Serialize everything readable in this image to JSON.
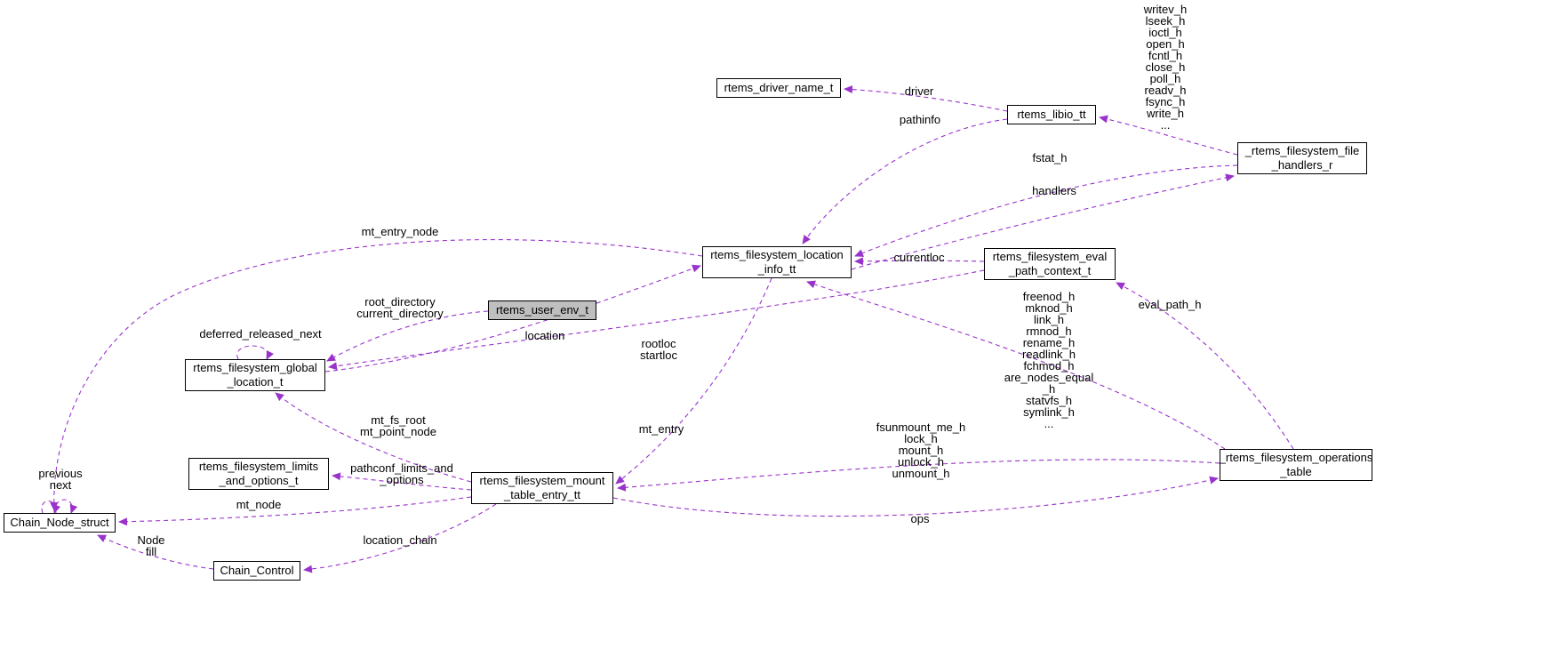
{
  "diagram": {
    "type": "doxygen-collaboration-graph",
    "edge_color": "#9933CC",
    "node_border_color": "#000000",
    "highlight_fill": "#BFBFBF",
    "highlighted_node": "rtems_user_env_t",
    "nodes": [
      {
        "id": "rtems_driver_name_t",
        "label": "rtems_driver_name_t",
        "highlight": false
      },
      {
        "id": "rtems_libio_tt",
        "label": "rtems_libio_tt",
        "highlight": false
      },
      {
        "id": "_rtems_filesystem_file_handlers_r",
        "label": "_rtems_filesystem_file\n_handlers_r",
        "highlight": false
      },
      {
        "id": "rtems_filesystem_location_info_tt",
        "label": "rtems_filesystem_location\n_info_tt",
        "highlight": false
      },
      {
        "id": "rtems_filesystem_eval_path_context_t",
        "label": "rtems_filesystem_eval\n_path_context_t",
        "highlight": false
      },
      {
        "id": "rtems_user_env_t",
        "label": "rtems_user_env_t",
        "highlight": true
      },
      {
        "id": "rtems_filesystem_global_location_t",
        "label": "rtems_filesystem_global\n_location_t",
        "highlight": false
      },
      {
        "id": "rtems_filesystem_limits_and_options_t",
        "label": "rtems_filesystem_limits\n_and_options_t",
        "highlight": false
      },
      {
        "id": "rtems_filesystem_mount_table_entry_tt",
        "label": "rtems_filesystem_mount\n_table_entry_tt",
        "highlight": false
      },
      {
        "id": "_rtems_filesystem_operations_table",
        "label": "_rtems_filesystem_operations\n_table",
        "highlight": false
      },
      {
        "id": "Chain_Node_struct",
        "label": "Chain_Node_struct",
        "highlight": false
      },
      {
        "id": "Chain_Control",
        "label": "Chain_Control",
        "highlight": false
      }
    ],
    "edges": [
      {
        "from": "rtems_libio_tt",
        "to": "rtems_driver_name_t",
        "label": "driver"
      },
      {
        "from": "rtems_libio_tt",
        "to": "rtems_filesystem_location_info_tt",
        "label": "pathinfo"
      },
      {
        "from": "_rtems_filesystem_file_handlers_r",
        "to": "rtems_libio_tt",
        "label": "writev_h\nlseek_h\nioctl_h\nopen_h\nfcntl_h\nclose_h\npoll_h\nreadv_h\nfsync_h\nwrite_h\n..."
      },
      {
        "from": "_rtems_filesystem_file_handlers_r",
        "to": "rtems_filesystem_location_info_tt",
        "label": "fstat_h"
      },
      {
        "from": "rtems_filesystem_location_info_tt",
        "to": "_rtems_filesystem_file_handlers_r",
        "label": "handlers"
      },
      {
        "from": "rtems_filesystem_location_info_tt",
        "to": "Chain_Node_struct",
        "label": "mt_entry_node"
      },
      {
        "from": "rtems_filesystem_eval_path_context_t",
        "to": "rtems_filesystem_location_info_tt",
        "label": "currentloc"
      },
      {
        "from": "rtems_user_env_t",
        "to": "rtems_filesystem_global_location_t",
        "label": "root_directory\ncurrent_directory"
      },
      {
        "from": "rtems_filesystem_global_location_t",
        "to": "rtems_filesystem_location_info_tt",
        "label": "location"
      },
      {
        "from": "rtems_filesystem_eval_path_context_t",
        "to": "rtems_filesystem_global_location_t",
        "label": "rootloc\nstartloc"
      },
      {
        "from": "rtems_filesystem_global_location_t",
        "to": "rtems_filesystem_global_location_t",
        "label": "deferred_released_next"
      },
      {
        "from": "_rtems_filesystem_operations_table",
        "to": "rtems_filesystem_location_info_tt",
        "label": "freenod_h\nmknod_h\nlink_h\nrmnod_h\nrename_h\nreadlink_h\nfchmod_h\nare_nodes_equal\n_h\nstatvfs_h\nsymlink_h\n..."
      },
      {
        "from": "_rtems_filesystem_operations_table",
        "to": "rtems_filesystem_eval_path_context_t",
        "label": "eval_path_h"
      },
      {
        "from": "rtems_filesystem_mount_table_entry_tt",
        "to": "rtems_filesystem_global_location_t",
        "label": "mt_fs_root\nmt_point_node"
      },
      {
        "from": "rtems_filesystem_location_info_tt",
        "to": "rtems_filesystem_mount_table_entry_tt",
        "label": "mt_entry"
      },
      {
        "from": "_rtems_filesystem_operations_table",
        "to": "rtems_filesystem_mount_table_entry_tt",
        "label": "fsunmount_me_h\nlock_h\nmount_h\nunlock_h\nunmount_h"
      },
      {
        "from": "rtems_filesystem_mount_table_entry_tt",
        "to": "rtems_filesystem_limits_and_options_t",
        "label": "pathconf_limits_and\n_options"
      },
      {
        "from": "rtems_filesystem_mount_table_entry_tt",
        "to": "Chain_Node_struct",
        "label": "mt_node"
      },
      {
        "from": "Chain_Node_struct",
        "to": "Chain_Node_struct",
        "label": "previous\nnext"
      },
      {
        "from": "Chain_Control",
        "to": "Chain_Node_struct",
        "label": "Node\nfill"
      },
      {
        "from": "rtems_filesystem_mount_table_entry_tt",
        "to": "Chain_Control",
        "label": "location_chain"
      },
      {
        "from": "rtems_filesystem_mount_table_entry_tt",
        "to": "_rtems_filesystem_operations_table",
        "label": "ops"
      }
    ]
  }
}
